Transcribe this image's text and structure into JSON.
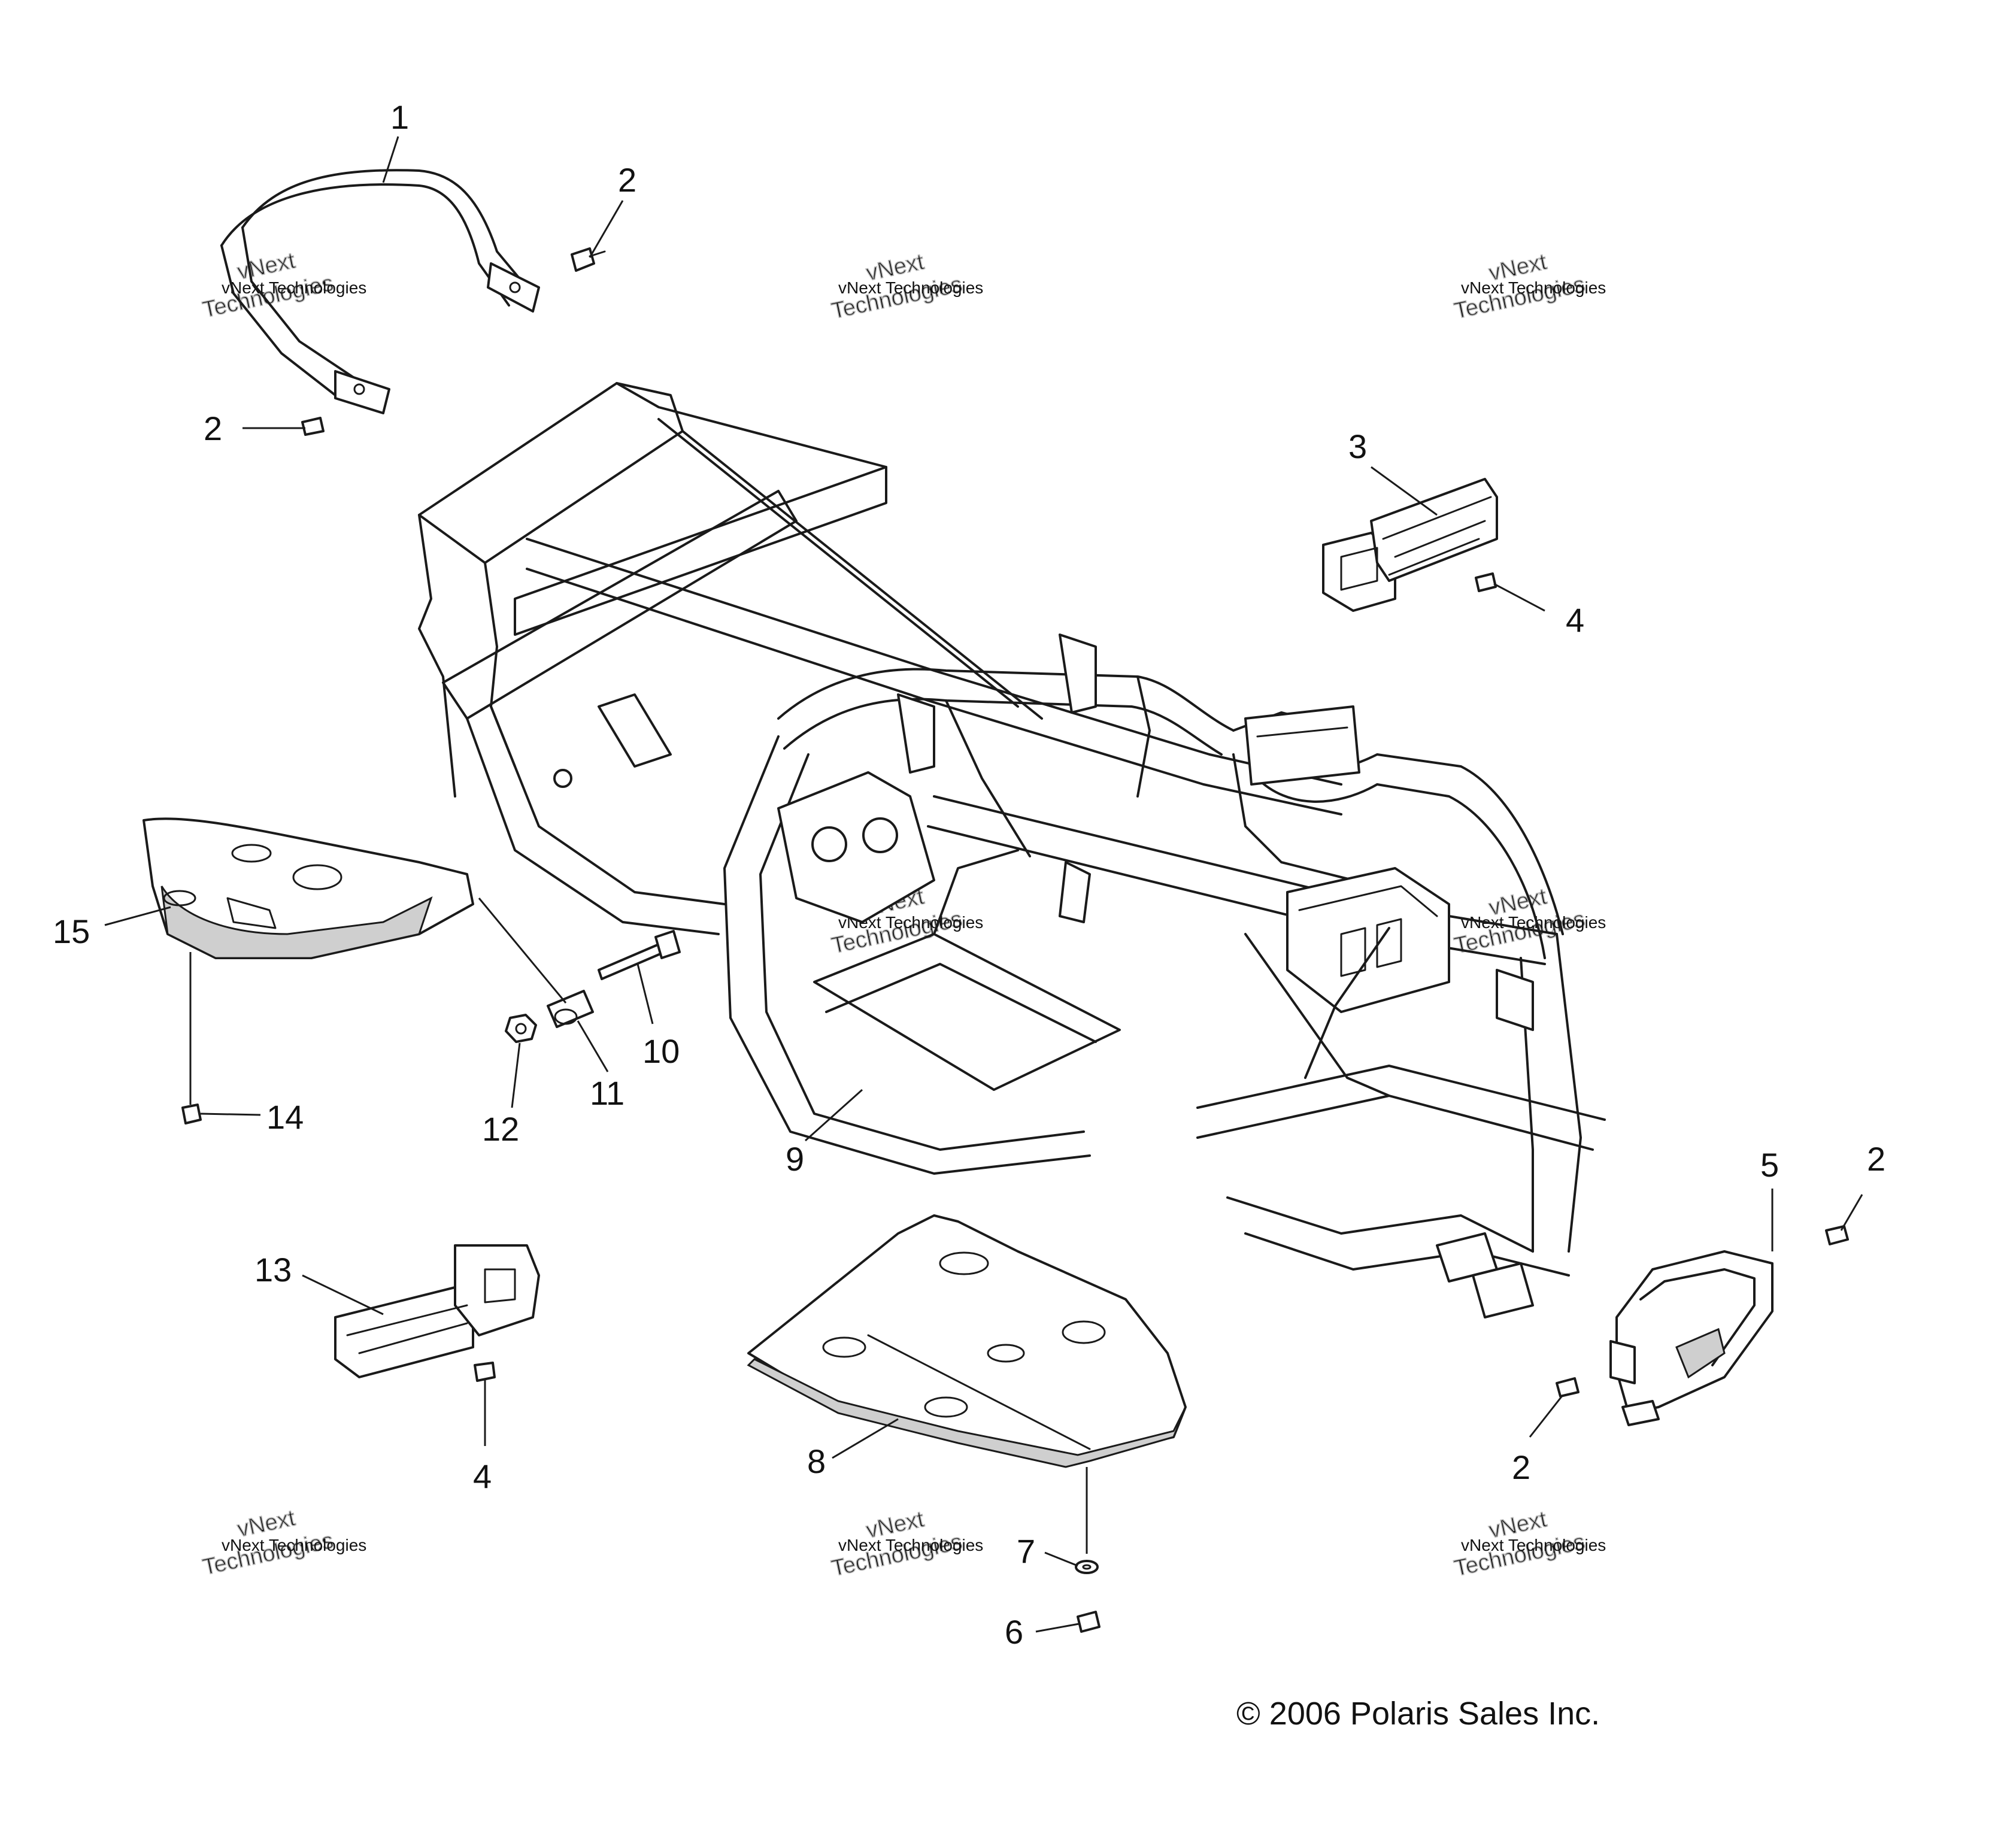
{
  "diagram": {
    "callouts": {
      "c1": "1",
      "c2a": "2",
      "c2b": "2",
      "c2c": "2",
      "c2d": "2",
      "c3": "3",
      "c4a": "4",
      "c4b": "4",
      "c5": "5",
      "c6": "6",
      "c7": "7",
      "c8": "8",
      "c9": "9",
      "c10": "10",
      "c11": "11",
      "c12": "12",
      "c13": "13",
      "c14": "14",
      "c15": "15"
    },
    "copyright": "© 2006 Polaris Sales Inc.",
    "watermark": {
      "line1": "vNext",
      "line2": "Technologies",
      "small": "vNext Technologies"
    }
  }
}
